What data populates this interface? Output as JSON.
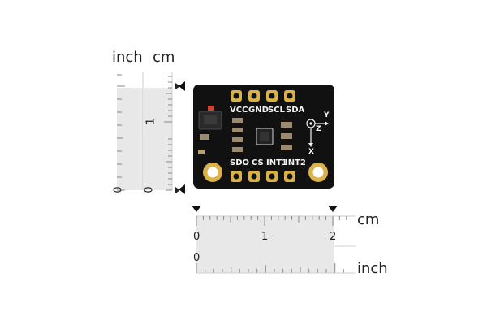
{
  "vertical_ruler": {
    "inch_label": "inch",
    "cm_label": "cm",
    "inch_zero": "0",
    "cm_zero": "0",
    "cm_one": "1"
  },
  "horizontal_ruler": {
    "cm_label": "cm",
    "inch_label": "inch",
    "cm_ticks": [
      "0",
      "1",
      "2"
    ],
    "inch_zero": "0"
  },
  "board": {
    "top_pins": [
      "VCC",
      "GND",
      "SCL",
      "SDA"
    ],
    "bottom_pins": [
      "SDO",
      "CS",
      "INT1",
      "INT2"
    ],
    "axes": {
      "y": "Y",
      "z": "Z",
      "x": "X"
    },
    "colors": {
      "pcb": "#111111",
      "pad": "#d9b24a",
      "silk": "#f4f4f4"
    }
  }
}
